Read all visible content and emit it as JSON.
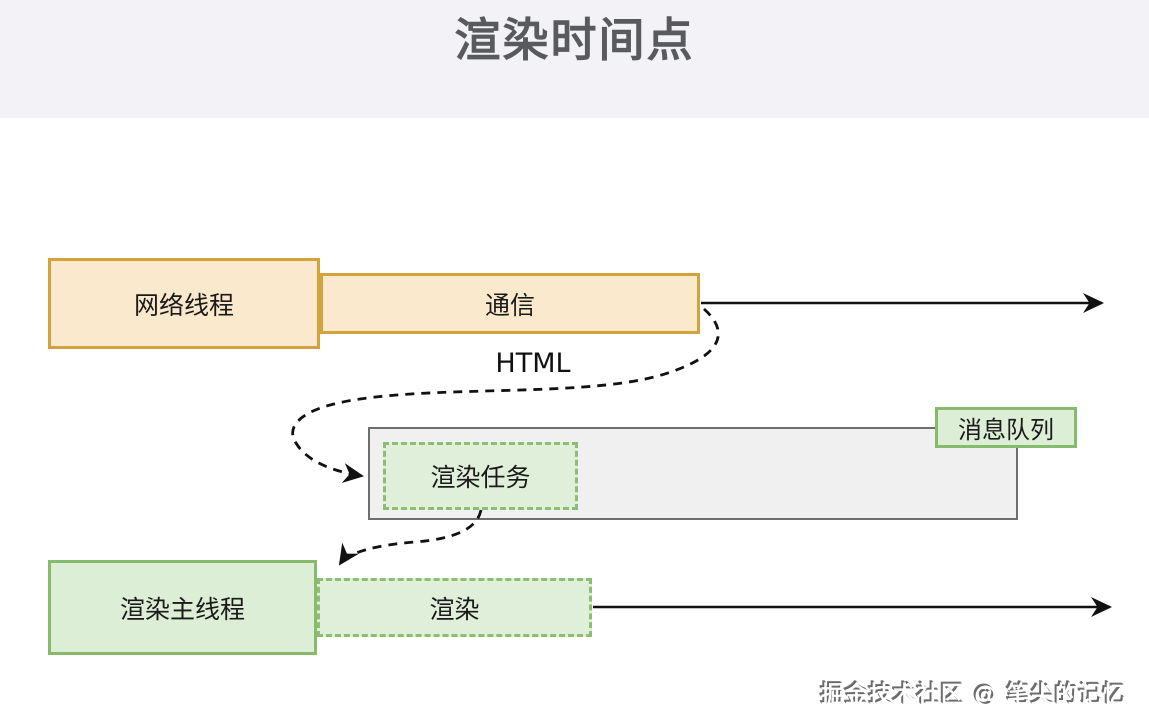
{
  "header": {
    "title": "渲染时间点"
  },
  "diagram": {
    "nodes": {
      "network_thread": {
        "label": "网络线程"
      },
      "communication": {
        "label": "通信"
      },
      "message_queue": {
        "label": "消息队列"
      },
      "render_task": {
        "label": "渲染任务"
      },
      "render_main_thread": {
        "label": "渲染主线程"
      },
      "render": {
        "label": "渲染"
      }
    },
    "annotations": {
      "html_label": "HTML"
    },
    "colors": {
      "orange_fill": "#fae9cc",
      "orange_border": "#d2a23c",
      "green_fill": "#dceed5",
      "green_dashed_fill": "#e0efda",
      "green_border": "#87ba6c",
      "green_dashed_border": "#8cbd71",
      "queue_fill": "#f0f0f0",
      "queue_border": "#6e6e6e",
      "arrow_color": "#111111",
      "header_bg": "#f3f3f7",
      "title_color": "#595a5e"
    }
  },
  "watermark": {
    "text": "掘金技术社区 @ 笔尖的记忆"
  }
}
